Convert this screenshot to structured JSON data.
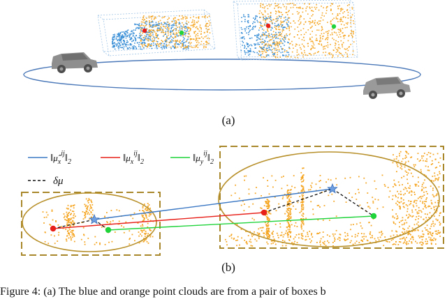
{
  "panel_a": {
    "label": "(a)"
  },
  "panel_b": {
    "label": "(b)"
  },
  "legend": {
    "items": [
      {
        "symbol": "mu_hat_x",
        "color": "#3b78c4",
        "style": "solid"
      },
      {
        "symbol": "mu_x",
        "color": "#e8201a",
        "style": "solid"
      },
      {
        "symbol": "mu_y",
        "color": "#1fd33a",
        "style": "solid"
      },
      {
        "symbol": "delta_mu",
        "label": "δμ",
        "color": "#111111",
        "style": "dashed"
      }
    ],
    "norm_super": "ij",
    "norm_sub": "2"
  },
  "colors": {
    "point_orange": "#f5a623",
    "point_blue": "#3a8fd6",
    "box_brown": "#a8872a",
    "ellipse_gold": "#b8902a",
    "track_blue": "#4a78b8",
    "star_blue": "#6f9fe0",
    "red_dot": "#e8201a",
    "green_dot": "#1fd33a"
  },
  "caption": {
    "text": "Figure 4: (a) The blue and orange point clouds are from a pair of boxes b"
  }
}
